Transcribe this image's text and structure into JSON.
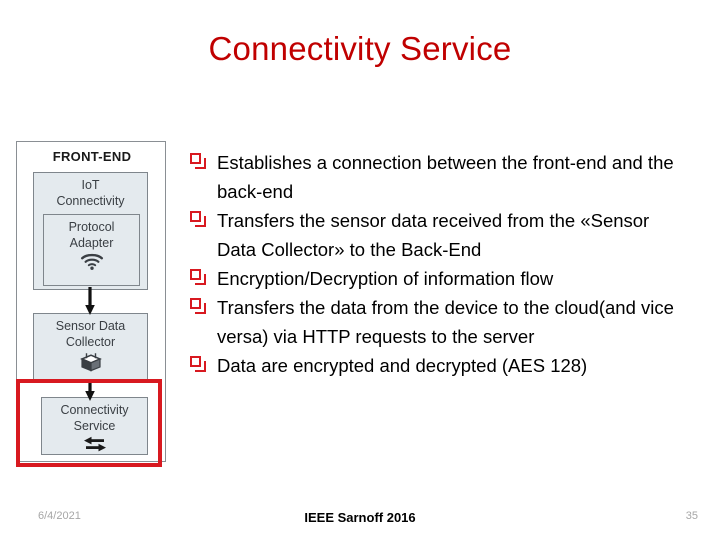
{
  "slide": {
    "title": "Connectivity Service",
    "title_color": "#c00000"
  },
  "diagram": {
    "container_label": "FRONT-END",
    "highlight_color": "#d81920",
    "node_fill": "#e4eaee",
    "nodes": [
      {
        "id": "iot-connectivity",
        "label_line1": "IoT",
        "label_line2": "Connectivity",
        "icon": ""
      },
      {
        "id": "protocol-adapter",
        "label_line1": "Protocol",
        "label_line2": "Adapter",
        "icon": "wifi-icon"
      },
      {
        "id": "sensor-data-collector",
        "label_line1": "Sensor Data",
        "label_line2": "Collector",
        "icon": "package-icon"
      },
      {
        "id": "connectivity-service",
        "label_line1": "Connectivity",
        "label_line2": "Service",
        "icon": "exchange-arrows-icon",
        "highlighted": true
      }
    ],
    "connectors": [
      {
        "id": "arrow-iot-to-sensor",
        "icon": "down-arrow-icon"
      },
      {
        "id": "arrow-sensor-to-connectivity",
        "icon": "down-arrow-icon"
      }
    ]
  },
  "bullets": [
    {
      "marker": "square-bullet",
      "text": "Establishes a connection between the front-end and the back-end"
    },
    {
      "marker": "square-bullet",
      "text": "Transfers the sensor data received from the «Sensor Data Collector» to the Back-End"
    },
    {
      "marker": "square-bullet",
      "text": "Encryption/Decryption of information flow"
    },
    {
      "marker": "square-bullet",
      "text": "Transfers the data from the device to the cloud(and vice versa) via HTTP requests to the server"
    },
    {
      "marker": "square-bullet",
      "text": "Data are encrypted and decrypted (AES 128)"
    }
  ],
  "footer": {
    "date": "6/4/2021",
    "conference": "IEEE Sarnoff 2016",
    "page_number": "35"
  }
}
